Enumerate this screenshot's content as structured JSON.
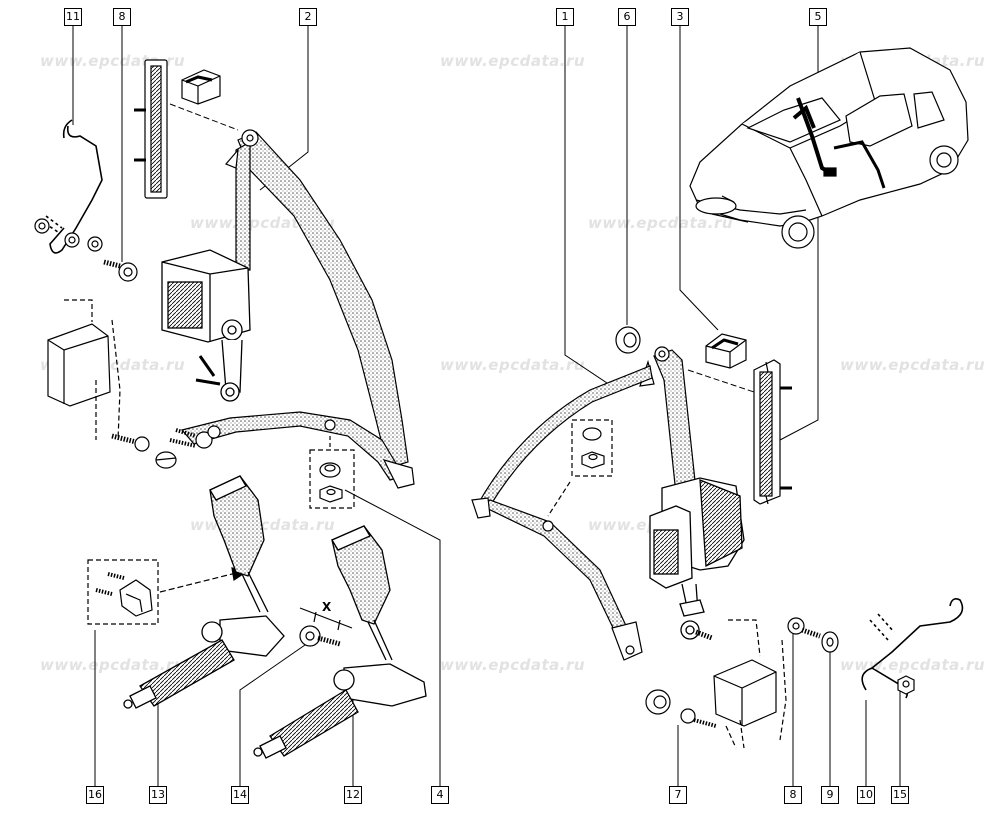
{
  "watermark": "www.epcdata.ru",
  "dimension_label": "X",
  "callouts": {
    "c11": "11",
    "c8_top": "8",
    "c2": "2",
    "c1": "1",
    "c6": "6",
    "c3": "3",
    "c5": "5",
    "c16": "16",
    "c13": "13",
    "c14": "14",
    "c12": "12",
    "c4": "4",
    "c7": "7",
    "c8_bottom": "8",
    "c9": "9",
    "c10": "10",
    "c15": "15"
  },
  "colors": {
    "line": "#000000",
    "webbing": "#8a8a8a",
    "watermark": "#e2e2e2"
  }
}
